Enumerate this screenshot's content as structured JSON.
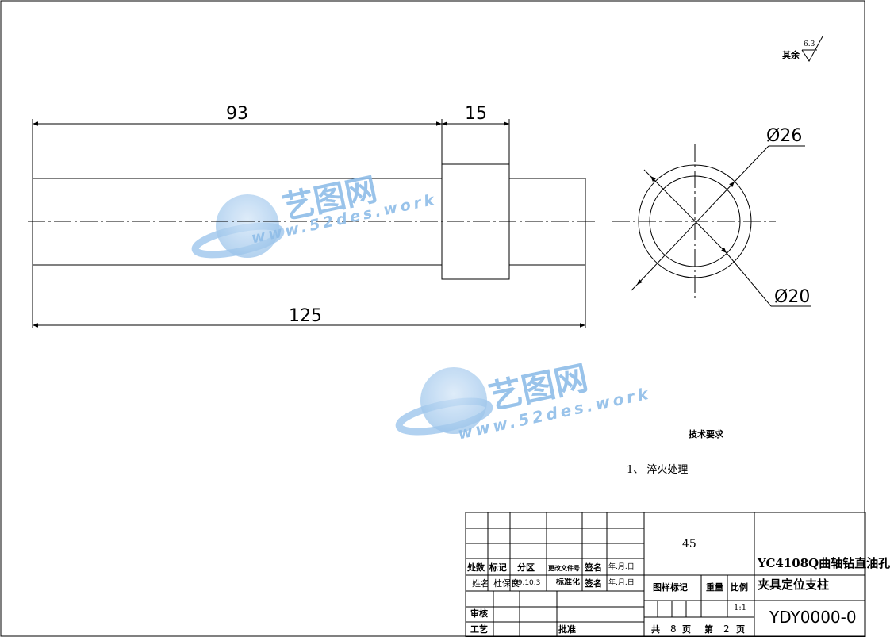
{
  "roughness": {
    "label": "其余",
    "value": "6.3"
  },
  "dimensions": {
    "d93": "93",
    "d15": "15",
    "d125": "125",
    "dia26": "Ø26",
    "dia20": "Ø20"
  },
  "tech_requirements": {
    "title": "技术要求",
    "item": "1、  淬火处理"
  },
  "watermark": {
    "brand": "艺图网",
    "url": "www.52des.work"
  },
  "title_block": {
    "material": "45",
    "part_name_line1": "YC4108Q曲轴钻直油孔",
    "part_name_line2": "夹具定位支柱",
    "drawing_no": "YDY0000-0",
    "rev_headers": [
      "处数",
      "标记",
      "分区",
      "更改文件号",
      "签名",
      "年.月.日"
    ],
    "design_row": {
      "label": "姓名",
      "name": "杜保良",
      "date": "09.10.3",
      "std": "标准化",
      "sign": "签名",
      "ymd": "年.月.日"
    },
    "review": "审核",
    "process": "工艺",
    "approve": "批准",
    "stage_label": "图样标记",
    "weight_label": "重量",
    "scale_label": "比例",
    "scale": "1:1",
    "sheets": {
      "total_label": "共",
      "total": "8",
      "page_label": "页",
      "current_label": "第",
      "current": "2",
      "page_label2": "页"
    }
  }
}
